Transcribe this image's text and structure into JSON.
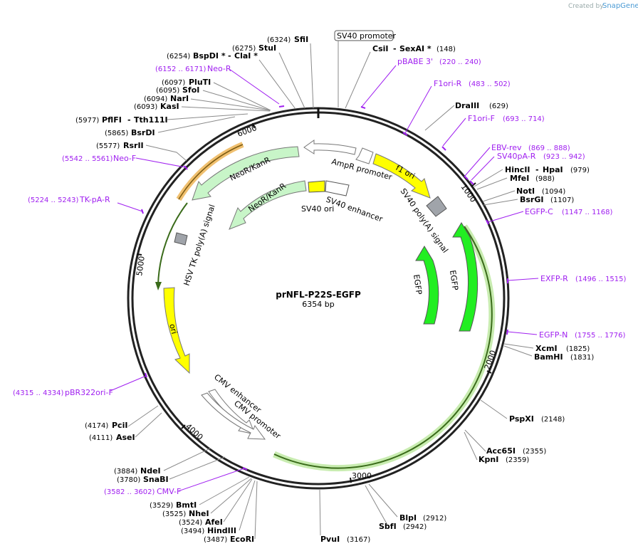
{
  "credit": {
    "created_by": "Created by",
    "brand": "SnapGene"
  },
  "plasmid": {
    "name": "prNFL-P22S-EGFP",
    "size": "6354 bp"
  },
  "ticks": [
    "1000",
    "2000",
    "3000",
    "4000",
    "5000",
    "6000"
  ],
  "features": {
    "sv40_promoter": "SV40 promoter",
    "ampr_promoter": "AmpR promoter",
    "f1_ori": "f1 ori",
    "sv40_polya": "SV40 poly(A) signal",
    "neo_outer": "NeoR/KanR",
    "neo_inner": "NeoR/KanR",
    "sv40_ori": "SV40 ori",
    "sv40_enhancer": "SV40 enhancer",
    "hsv_polya": "HSV TK poly(A) signal",
    "ori": "ori",
    "cmv_enhancer": "CMV enhancer",
    "cmv_promoter": "CMV promoter",
    "egfp_outer": "EGFP",
    "egfp_inner": "EGFP"
  },
  "sites": {
    "sfii": {
      "pos": "(6324)",
      "name": "SfiI"
    },
    "stui": {
      "pos": "(6275)",
      "name": "StuI"
    },
    "bspdi": {
      "pos": "(6254)",
      "name": "BspDI *",
      "sep": "-",
      "name2": "ClaI *"
    },
    "csii": {
      "name": "CsiI",
      "sep": "-",
      "name2": "SexAI *",
      "pos": "(148)"
    },
    "plut": {
      "pos": "(6097)",
      "name": "PluTI"
    },
    "sfoi": {
      "pos": "(6095)",
      "name": "SfoI"
    },
    "nari": {
      "pos": "(6094)",
      "name": "NarI"
    },
    "kasi": {
      "pos": "(6093)",
      "name": "KasI"
    },
    "pflfi": {
      "pos": "(5977)",
      "name": "PflFI",
      "sep": "-",
      "name2": "Tth111I"
    },
    "bsrdi": {
      "pos": "(5865)",
      "name": "BsrDI"
    },
    "rsrii": {
      "pos": "(5577)",
      "name": "RsrII"
    },
    "draiii": {
      "name": "DraIII",
      "pos": "(629)"
    },
    "hincii": {
      "name": "HincII",
      "sep": "-",
      "name2": "HpaI",
      "pos": "(979)"
    },
    "mfei": {
      "name": "MfeI",
      "pos": "(988)"
    },
    "noti": {
      "name": "NotI",
      "pos": "(1094)"
    },
    "bsrgi": {
      "name": "BsrGI",
      "pos": "(1107)"
    },
    "xcmi": {
      "name": "XcmI",
      "pos": "(1825)"
    },
    "bamhi": {
      "name": "BamHI",
      "pos": "(1831)"
    },
    "pspxi": {
      "name": "PspXI",
      "pos": "(2148)"
    },
    "acc65i": {
      "name": "Acc65I",
      "pos": "(2355)"
    },
    "kpni": {
      "name": "KpnI",
      "pos": "(2359)"
    },
    "blpi": {
      "name": "BlpI",
      "pos": "(2912)"
    },
    "sbfi": {
      "name": "SbfI",
      "pos": "(2942)"
    },
    "pvui": {
      "name": "PvuI",
      "pos": "(3167)"
    },
    "pcii": {
      "pos": "(4174)",
      "name": "PciI"
    },
    "asei": {
      "pos": "(4111)",
      "name": "AseI"
    },
    "ndei": {
      "pos": "(3884)",
      "name": "NdeI"
    },
    "snabi": {
      "pos": "(3780)",
      "name": "SnaBI"
    },
    "bmti": {
      "pos": "(3529)",
      "name": "BmtI"
    },
    "nhei": {
      "pos": "(3525)",
      "name": "NheI"
    },
    "afei": {
      "pos": "(3524)",
      "name": "AfeI"
    },
    "hindiii": {
      "pos": "(3494)",
      "name": "HindIII"
    },
    "ecori": {
      "pos": "(3487)",
      "name": "EcoRI"
    }
  },
  "primers": {
    "neo_r": {
      "pos": "(6152 .. 6171)",
      "name": "Neo-R"
    },
    "pbabe3": {
      "name": "pBABE 3'",
      "pos": "(220 .. 240)"
    },
    "f1ori_r": {
      "name": "F1ori-R",
      "pos": "(483 .. 502)"
    },
    "f1ori_f": {
      "name": "F1ori-F",
      "pos": "(693 .. 714)"
    },
    "ebv_rev": {
      "name": "EBV-rev",
      "pos": "(869 .. 888)"
    },
    "sv40pa_r": {
      "name": "SV40pA-R",
      "pos": "(923 .. 942)"
    },
    "egfp_c": {
      "name": "EGFP-C",
      "pos": "(1147 .. 1168)"
    },
    "exfp_r": {
      "name": "EXFP-R",
      "pos": "(1496 .. 1515)"
    },
    "egfp_n": {
      "name": "EGFP-N",
      "pos": "(1755 .. 1776)"
    },
    "neo_f": {
      "pos": "(5542 .. 5561)",
      "name": "Neo-F"
    },
    "tk_pa_r": {
      "pos": "(5224 .. 5243)",
      "name": "TK-pA-R"
    },
    "pbr322ori_f": {
      "pos": "(4315 .. 4334)",
      "name": "pBR322ori-F"
    },
    "cmv_f": {
      "pos": "(3582 .. 3602)",
      "name": "CMV-F"
    }
  },
  "colors": {
    "backbone": "#2a2a2a",
    "primer": "#a020f0",
    "ori": "#ffff00",
    "neo": "#c8f5c8",
    "egfp": "#22ee22",
    "promoter": "#ffffff",
    "polya": "#a0a4aa",
    "highlight": "#c8ecb0"
  }
}
